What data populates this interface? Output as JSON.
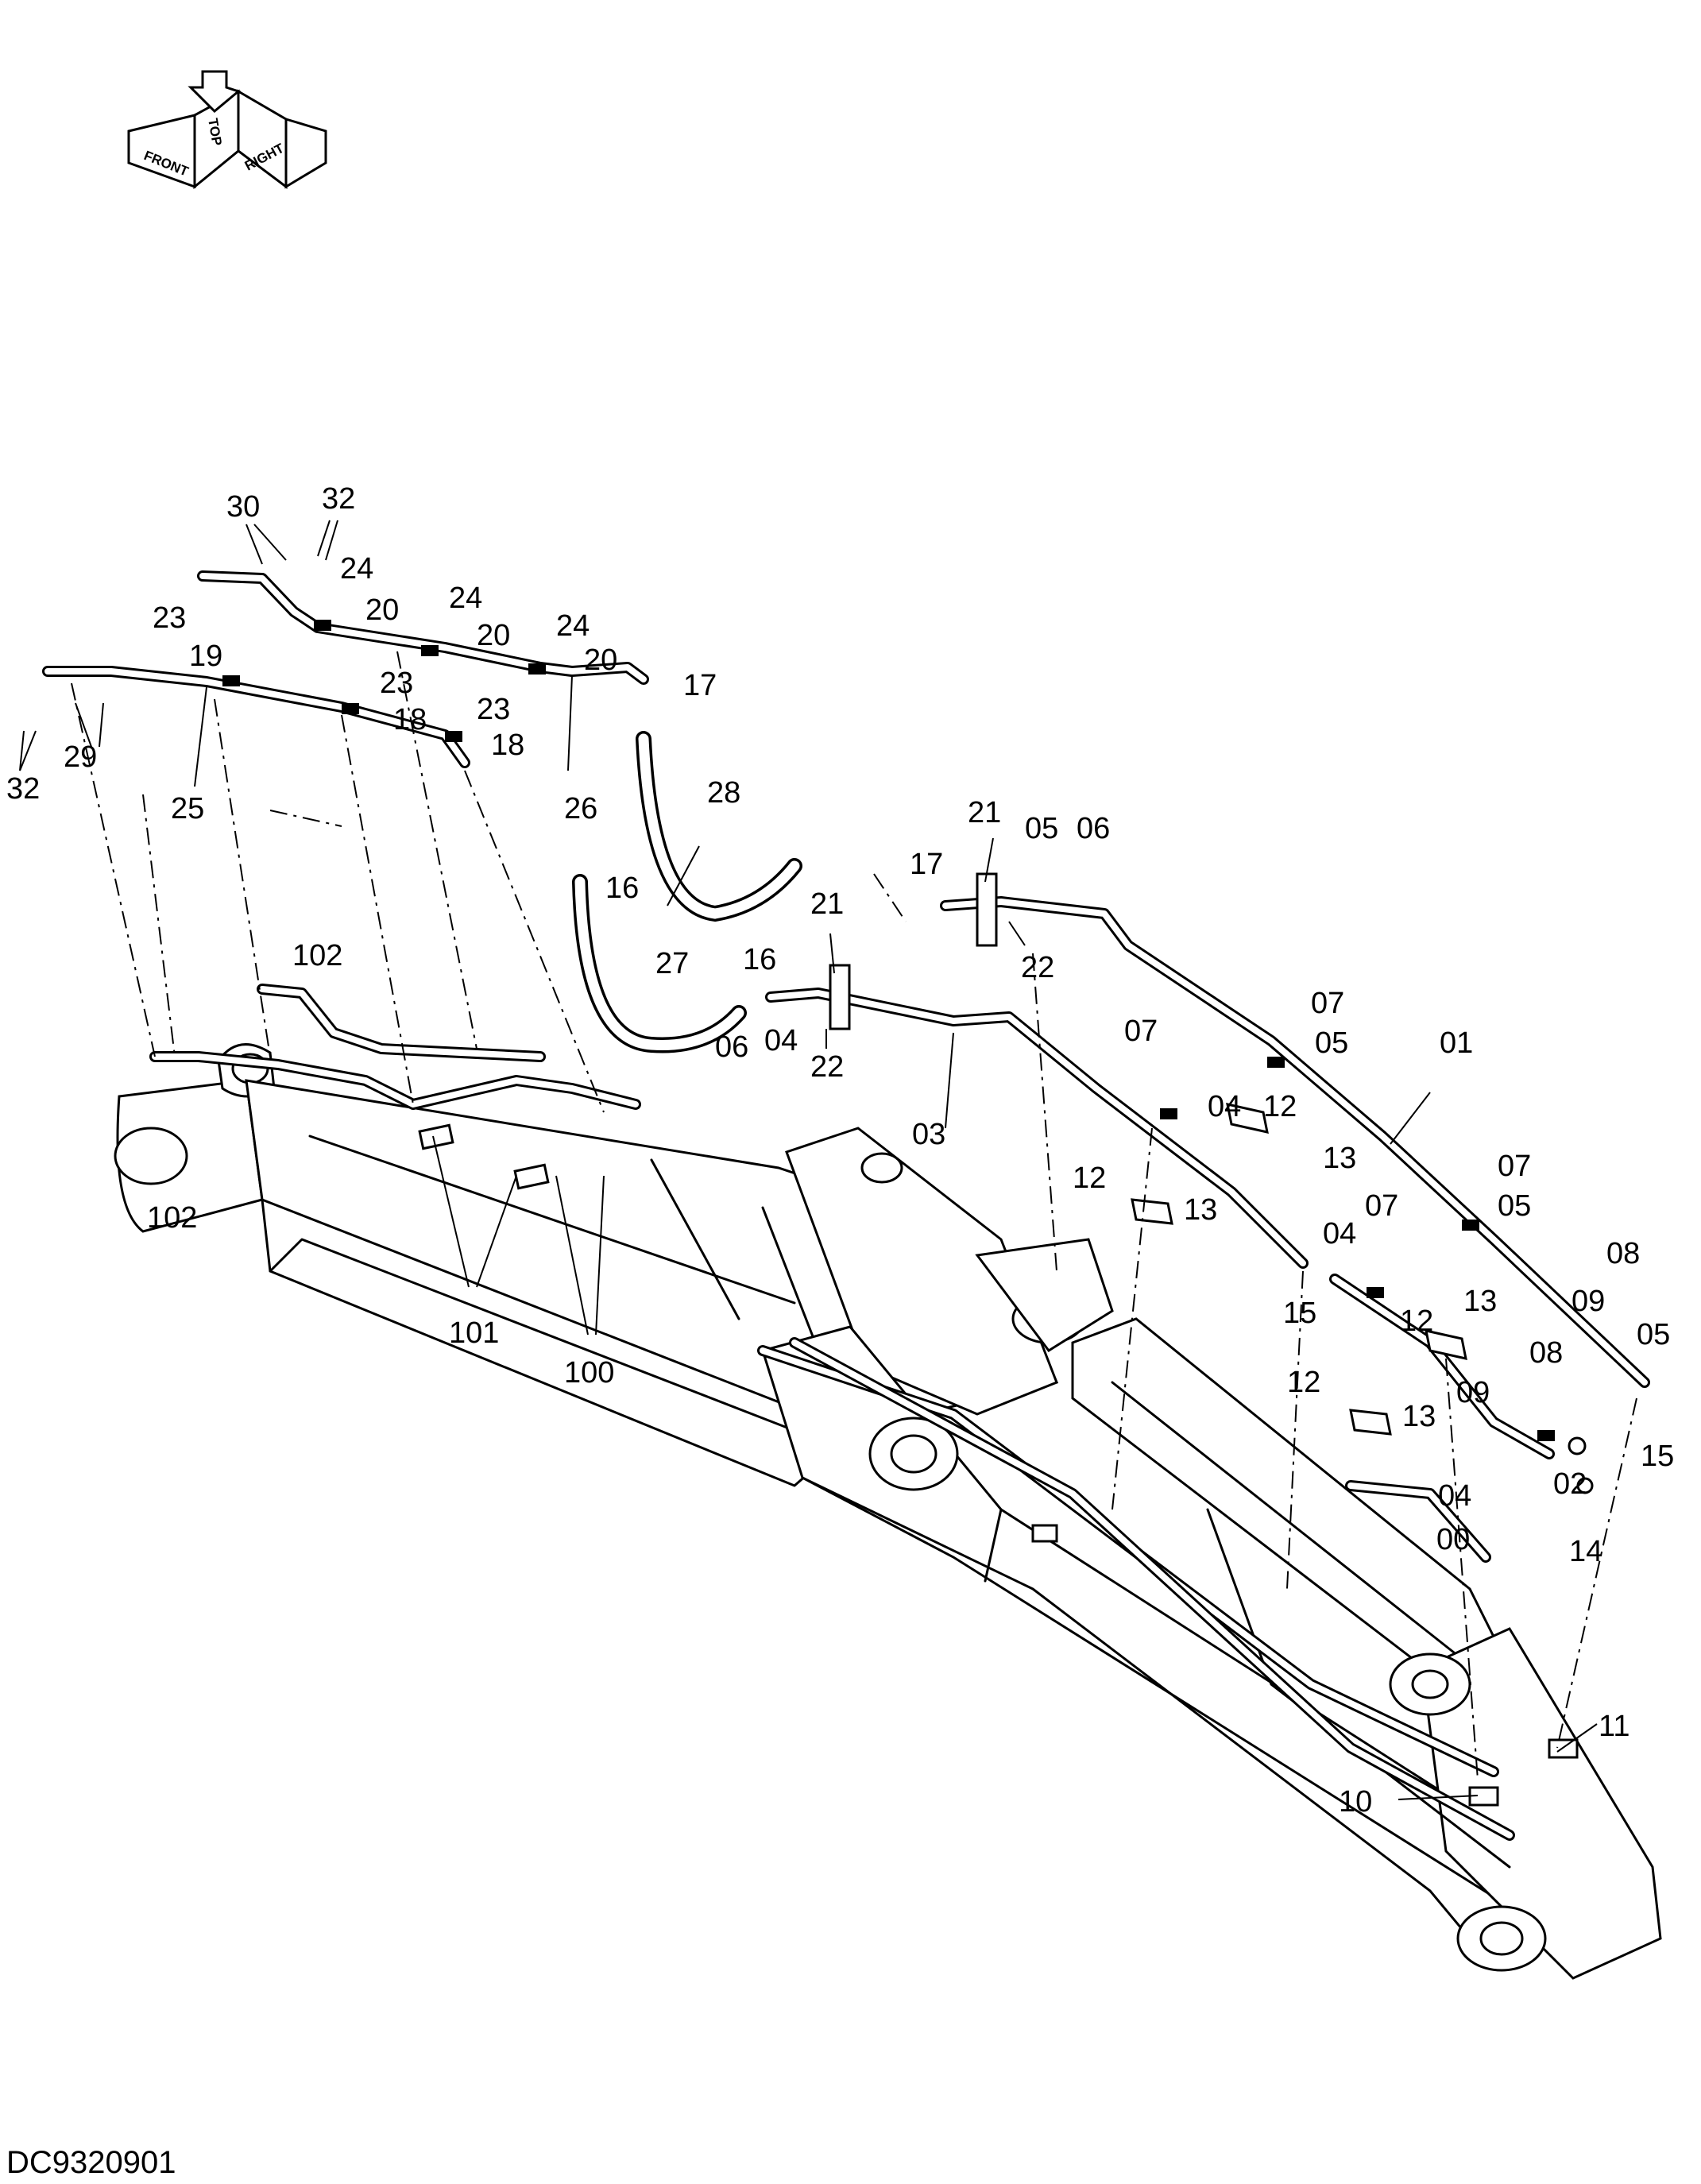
{
  "drawing_code": "DC9320901",
  "compass": {
    "front": "FRONT",
    "top": "TOP",
    "right": "RIGHT"
  },
  "callouts": [
    "30",
    "32",
    "24",
    "24",
    "20",
    "20",
    "24",
    "20",
    "23",
    "19",
    "23",
    "18",
    "23",
    "18",
    "17",
    "29",
    "32",
    "25",
    "26",
    "28",
    "21",
    "05",
    "06",
    "16",
    "17",
    "21",
    "16",
    "27",
    "22",
    "102",
    "06",
    "04",
    "22",
    "03",
    "07",
    "05",
    "01",
    "07",
    "04",
    "12",
    "13",
    "07",
    "12",
    "13",
    "05",
    "102",
    "04",
    "07",
    "101",
    "100",
    "15",
    "08",
    "09",
    "05",
    "13",
    "12",
    "08",
    "09",
    "12",
    "13",
    "15",
    "02",
    "04",
    "00",
    "14",
    "11",
    "10"
  ],
  "colors": {
    "line": "#000000",
    "background": "#ffffff"
  }
}
